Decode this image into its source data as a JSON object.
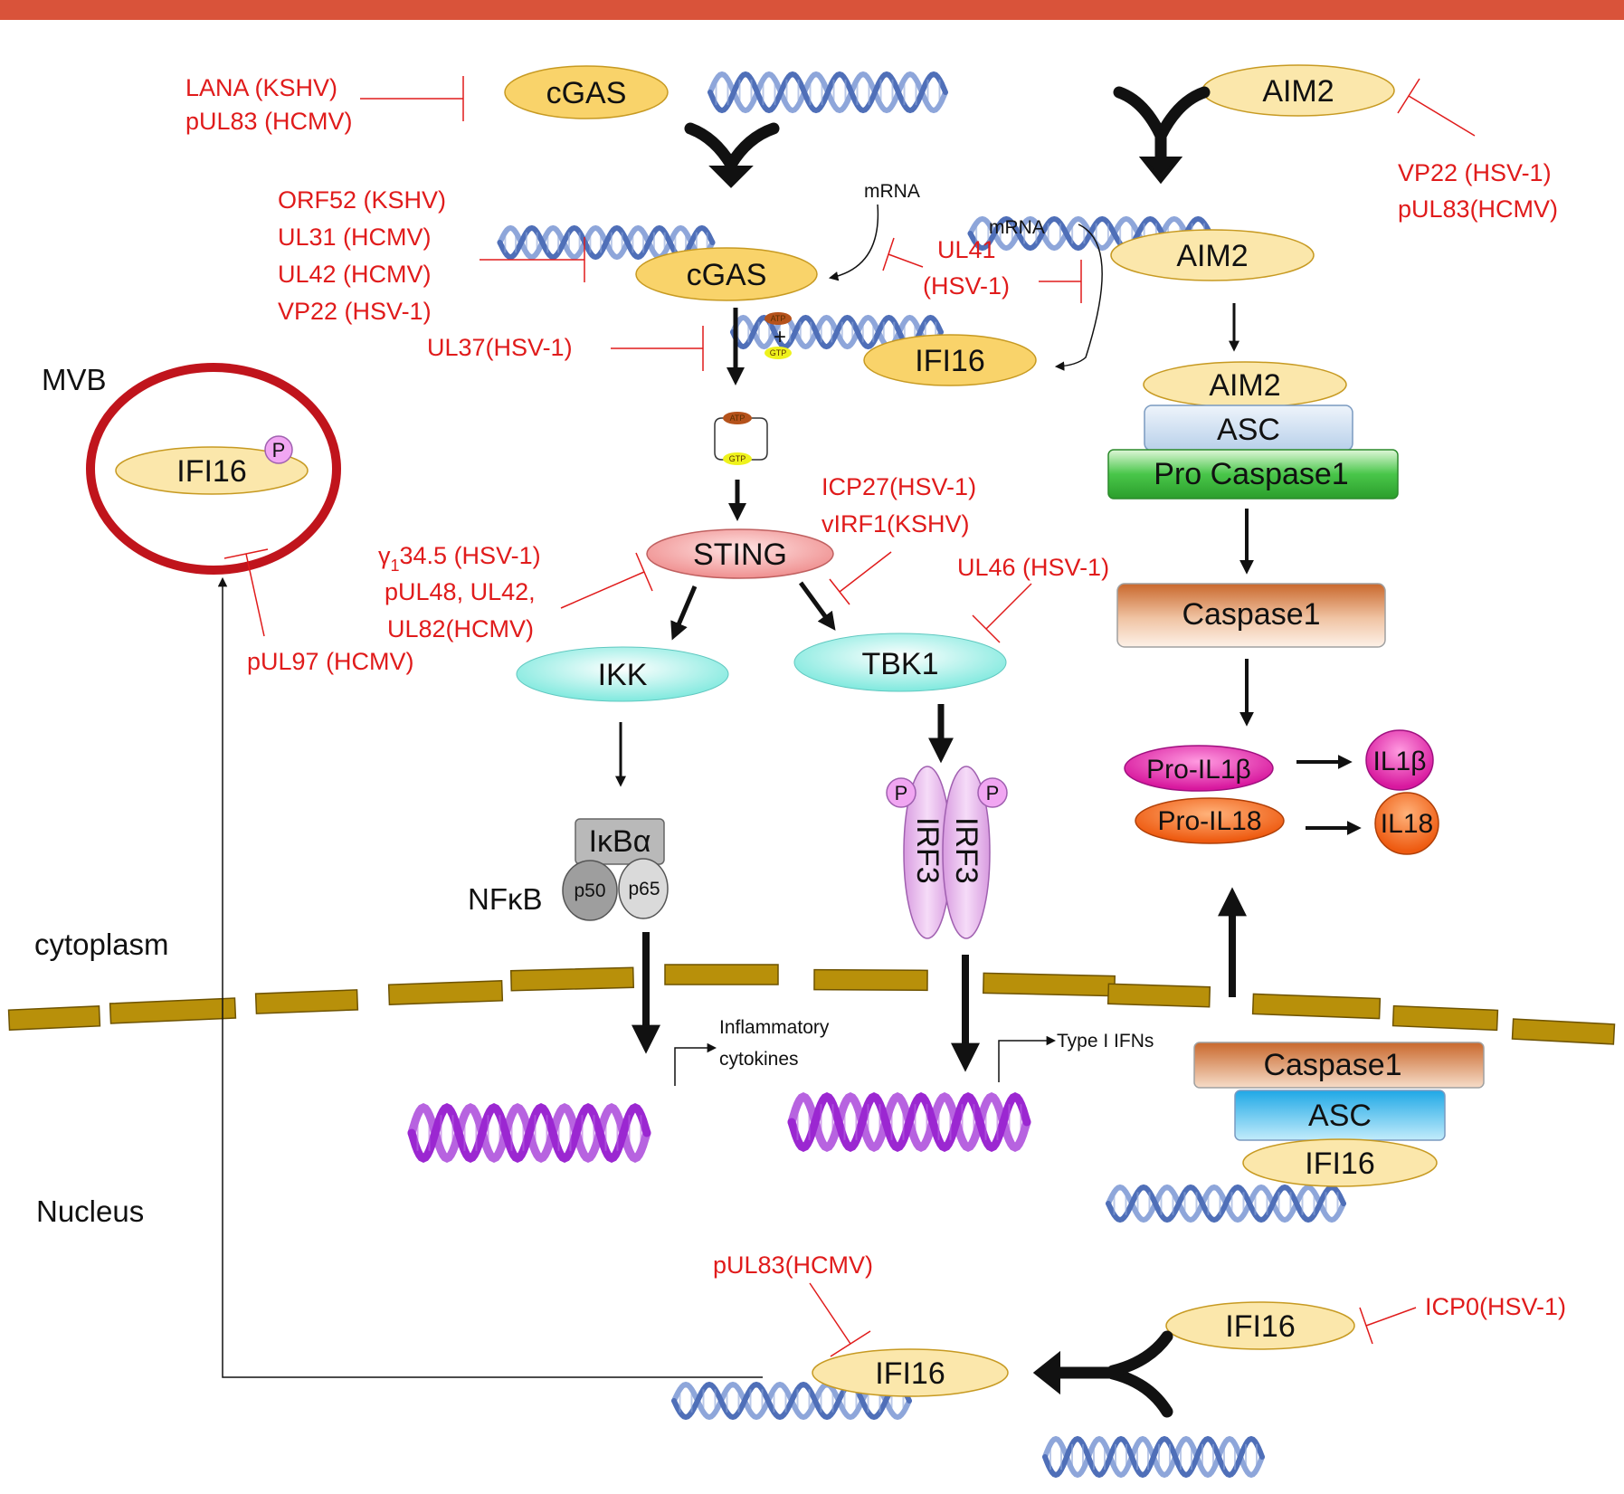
{
  "colors": {
    "top_bar": "#d9533a",
    "inhibitor": "#e01b1b",
    "sensor_yellow": "#f9d36a",
    "sting_pink": "#f4a0a0",
    "ikk_tbk_cyan": "#8ff0e6",
    "asc_blue": "#cfe0f2",
    "pro_caspase_green": "#3cbf3c",
    "caspase_orange": "#d07a3c",
    "membrane": "#b8900a",
    "mvb_ring": "#c0141c",
    "nuclear_dna": "#9b27d1",
    "cytosolic_dna": "#4f6fb8",
    "irf3": "#e8b8ec",
    "pro_il1b": "#e11ea8",
    "pro_il18": "#f26a1a"
  },
  "compartments": {
    "mvb": "MVB",
    "cytoplasm": "cytoplasm",
    "nucleus": "Nucleus"
  },
  "molecules": {
    "cgas_free": "cGAS",
    "aim2_free": "AIM2",
    "cgas_bound": "cGAS",
    "aim2_bound": "AIM2",
    "ifi16_cyto": "IFI16",
    "ifi16_mvb": "IFI16",
    "aim2_complex": "AIM2",
    "asc_complex": "ASC",
    "pro_caspase1": "Pro Caspase1",
    "caspase1": "Caspase1",
    "sting": "STING",
    "ikk": "IKK",
    "tbk1": "TBK1",
    "ikba": "IκBα",
    "p50": "p50",
    "p65": "p65",
    "nfkb": "NFκB",
    "irf3_a": "IRF3",
    "irf3_b": "IRF3",
    "phospho": "P",
    "pro_il1b": "Pro-IL1β",
    "il1b": "IL1β",
    "pro_il18": "Pro-IL18",
    "il18": "IL18",
    "caspase1_nuc": "Caspase1",
    "asc_nuc": "ASC",
    "ifi16_nuc_complex": "IFI16",
    "ifi16_nuc_free": "IFI16",
    "ifi16_nuc_bound": "IFI16",
    "atp": "ATP",
    "gtp": "GTP",
    "plus": "+",
    "mrna_1": "mRNA",
    "mrna_2": "mRNA"
  },
  "outputs": {
    "inflammatory_line1": "Inflammatory",
    "inflammatory_line2": "cytokines",
    "type1_ifns": "Type I IFNs"
  },
  "inhibitors": {
    "cgas_free": [
      "LANA (KSHV)",
      "pUL83 (HCMV)"
    ],
    "aim2_free": [
      "VP22 (HSV-1)",
      "pUL83(HCMV)"
    ],
    "cgas_bound": [
      "ORF52 (KSHV)",
      "UL31 (HCMV)",
      "UL42 (HCMV)",
      "VP22 (HSV-1)"
    ],
    "ul41": [
      "UL41",
      "(HSV-1)"
    ],
    "ul37": "UL37(HSV-1)",
    "sting_tbk1": [
      "ICP27(HSV-1)",
      "vIRF1(KSHV)"
    ],
    "sting_ikk": [
      "34.5 (HSV-1)",
      "pUL48, UL42,",
      "UL82(HCMV)"
    ],
    "sting_ikk_greek": "γ",
    "sting_ikk_sub": "1",
    "tbk1": "UL46 (HSV-1)",
    "mvb": "pUL97 (HCMV)",
    "ifi16_nuc_bound": "pUL83(HCMV)",
    "ifi16_nuc_free": "ICP0(HSV-1)"
  }
}
